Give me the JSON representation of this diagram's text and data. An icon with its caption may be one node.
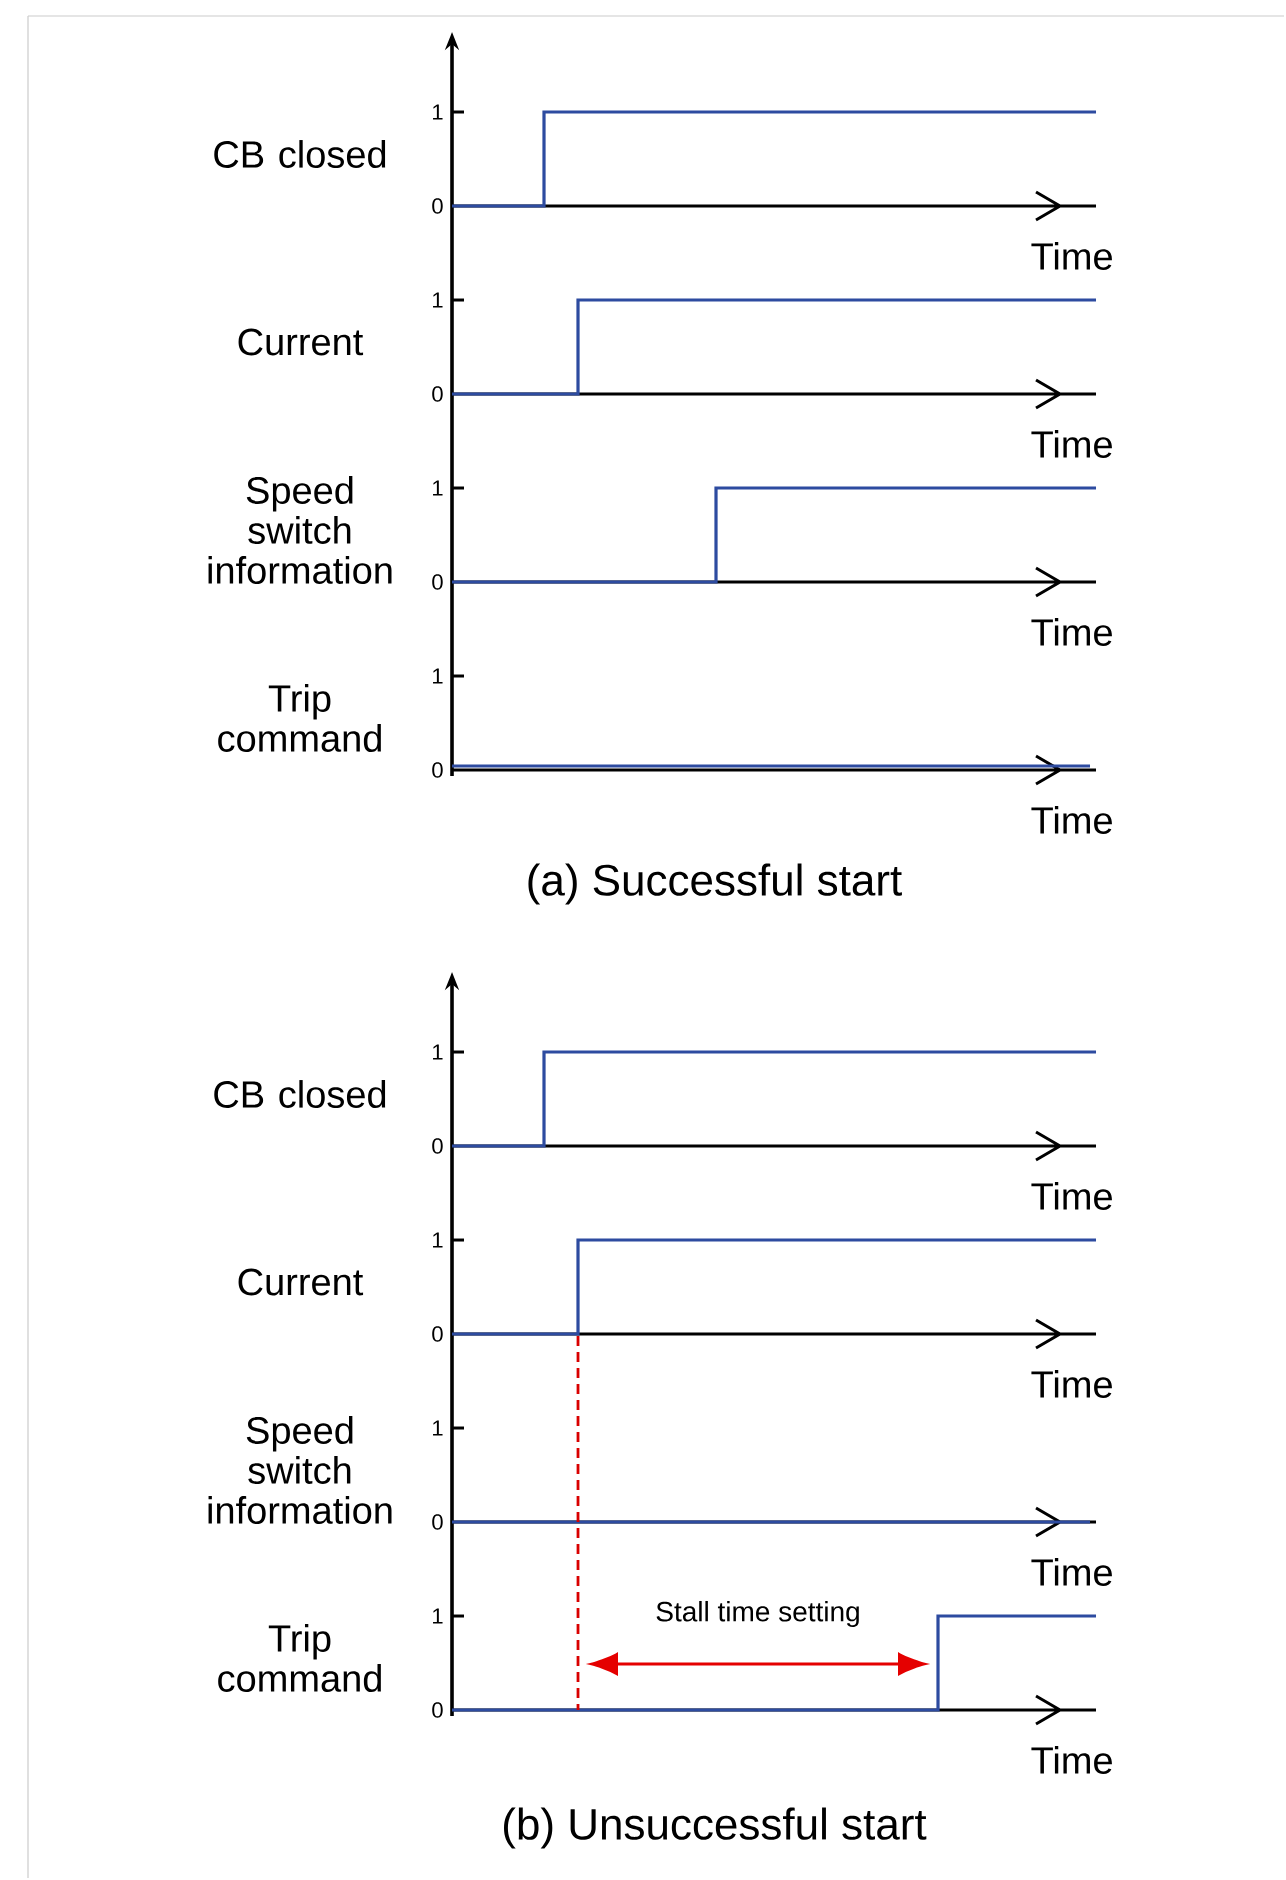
{
  "diagram": {
    "labels": [
      "CB closed",
      "1",
      "0",
      "Time",
      "Current",
      "1",
      "0",
      "Time",
      "Speed switch information",
      "1",
      "0",
      "Time",
      "Trip command",
      "1",
      "0",
      "Time",
      "(a) Successful start",
      "CB closed",
      "1",
      "0",
      "Time",
      "Current",
      "1",
      "0",
      "Time",
      "Speed switch information",
      "1",
      "0",
      "Time",
      "Trip command",
      "1",
      "0",
      "Time",
      "Stall time setting",
      "(b) Unsuccessful start"
    ]
  }
}
